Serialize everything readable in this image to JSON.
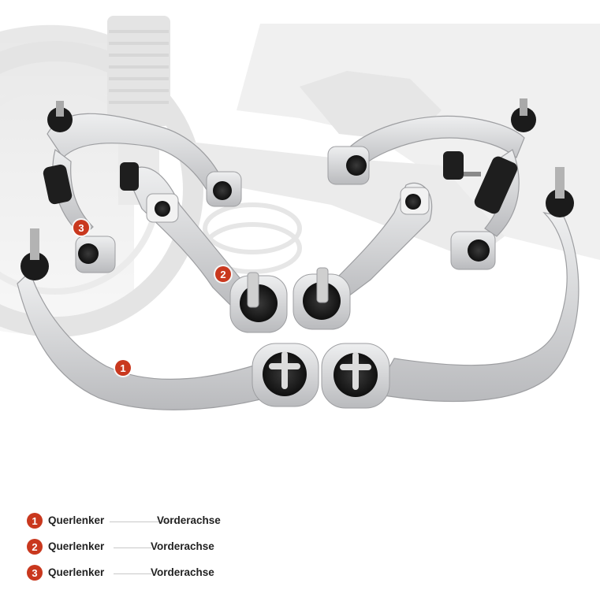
{
  "colors": {
    "accent": "#c9381e",
    "aluminium": "#d8d9db",
    "bushing": "#1b1b1b",
    "background_ghost": "#e3e3e3"
  },
  "markers": [
    {
      "number": "1"
    },
    {
      "number": "2"
    },
    {
      "number": "3"
    }
  ],
  "legend": [
    {
      "number": "1",
      "part": "Querlenker",
      "axle": "Vorderachse"
    },
    {
      "number": "2",
      "part": "Querlenker",
      "axle": "Vorderachse"
    },
    {
      "number": "3",
      "part": "Querlenker",
      "axle": "Vorderachse"
    }
  ]
}
